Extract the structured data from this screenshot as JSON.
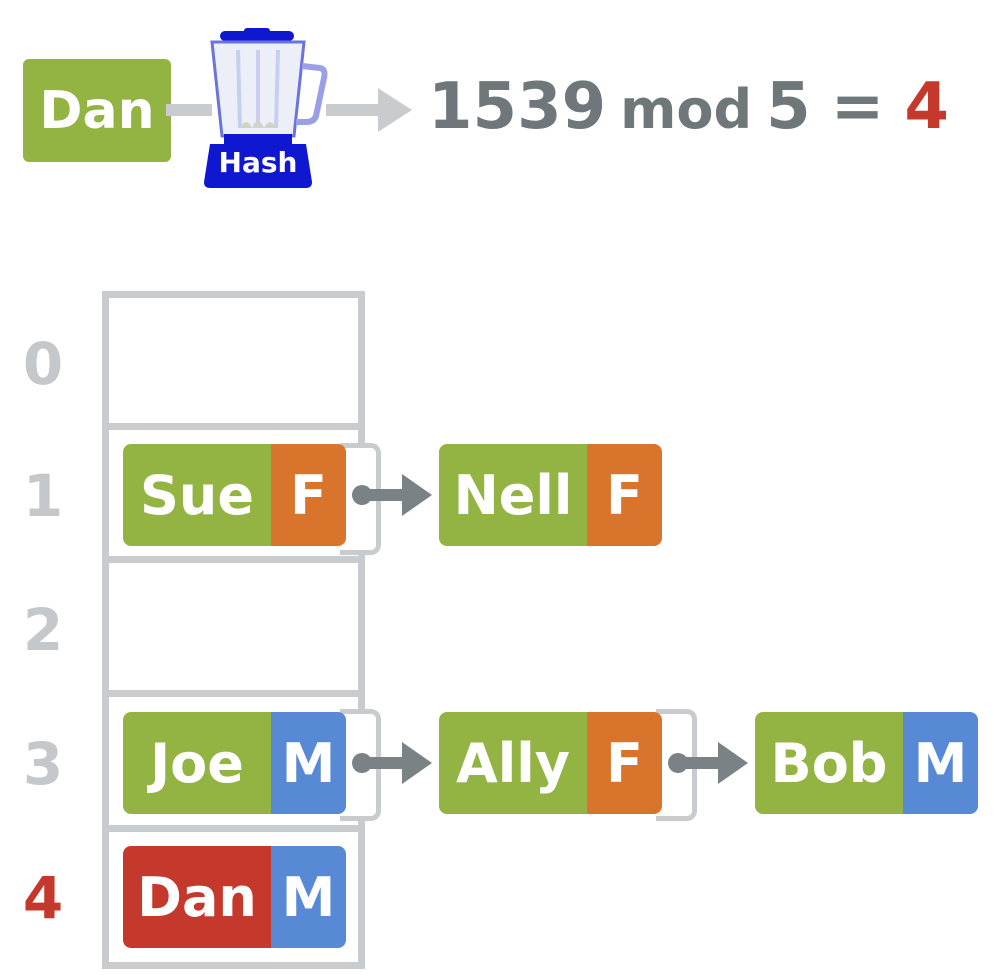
{
  "top": {
    "key": "Dan",
    "hash_label": "Hash",
    "formula": {
      "hash_value": "1539",
      "op": "mod",
      "modulus": "5",
      "equals": "=",
      "result": "4"
    }
  },
  "table": {
    "indices": [
      "0",
      "1",
      "2",
      "3",
      "4"
    ],
    "highlight_index": "4"
  },
  "chains": {
    "slot1": [
      {
        "name": "Sue",
        "gender": "F"
      },
      {
        "name": "Nell",
        "gender": "F"
      }
    ],
    "slot3": [
      {
        "name": "Joe",
        "gender": "M"
      },
      {
        "name": "Ally",
        "gender": "F"
      },
      {
        "name": "Bob",
        "gender": "M"
      }
    ],
    "slot4": [
      {
        "name": "Dan",
        "gender": "M"
      }
    ]
  },
  "colors": {
    "key_green": "#93b343",
    "female_orange": "#d9742c",
    "male_blue": "#5889d4",
    "highlight_red": "#c5392d",
    "gray_text": "#6f777a",
    "table_gray": "#c9ccce",
    "blender_blue": "#0f17d1"
  }
}
